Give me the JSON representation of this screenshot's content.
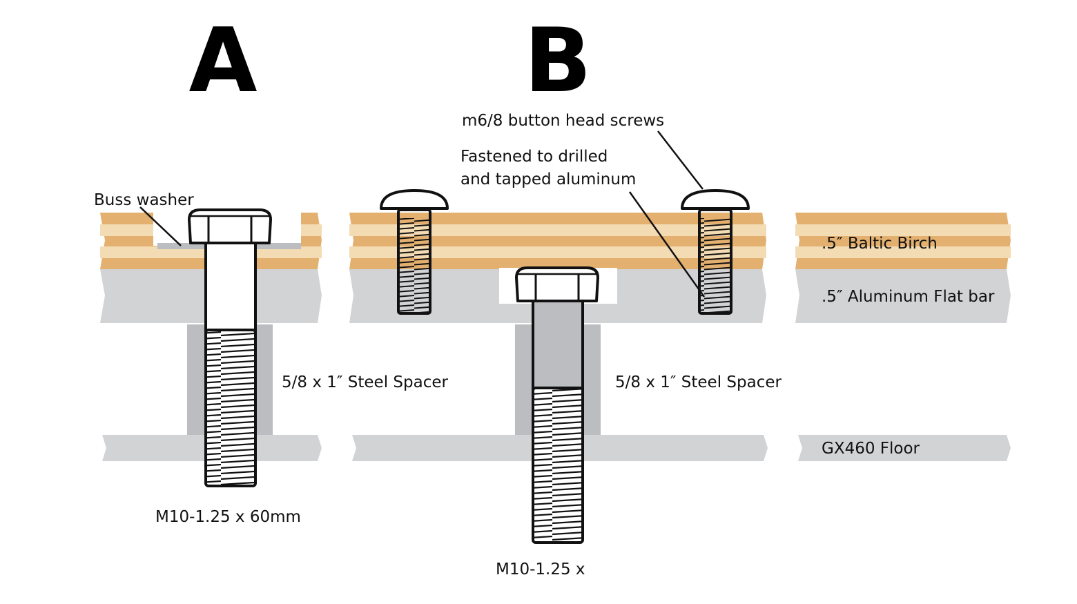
{
  "headings": {
    "a": "A",
    "b": "B"
  },
  "labels": {
    "buss_washer": "Buss washer",
    "button_head_screws": "m6/8 button head screws",
    "fastened_line1": "Fastened to drilled",
    "fastened_line2": "and tapped aluminum",
    "spacer_a": "5/8 x 1″ Steel Spacer",
    "spacer_b": "5/8 x 1″ Steel Spacer",
    "bolt_a": "M10-1.25 x 60mm",
    "bolt_b": "M10-1.25 x"
  },
  "legend": {
    "birch": ".5″ Baltic Birch",
    "aluminum": ".5″ Aluminum Flat bar",
    "floor": "GX460 Floor"
  },
  "colors": {
    "birch_dark": "#e3b06f",
    "birch_light": "#f3dcb4",
    "aluminum": "#d2d3d5",
    "floor": "#d2d3d5",
    "spacer": "#bcbdc0",
    "washer": "#bcbdc0",
    "outline": "#111111"
  }
}
